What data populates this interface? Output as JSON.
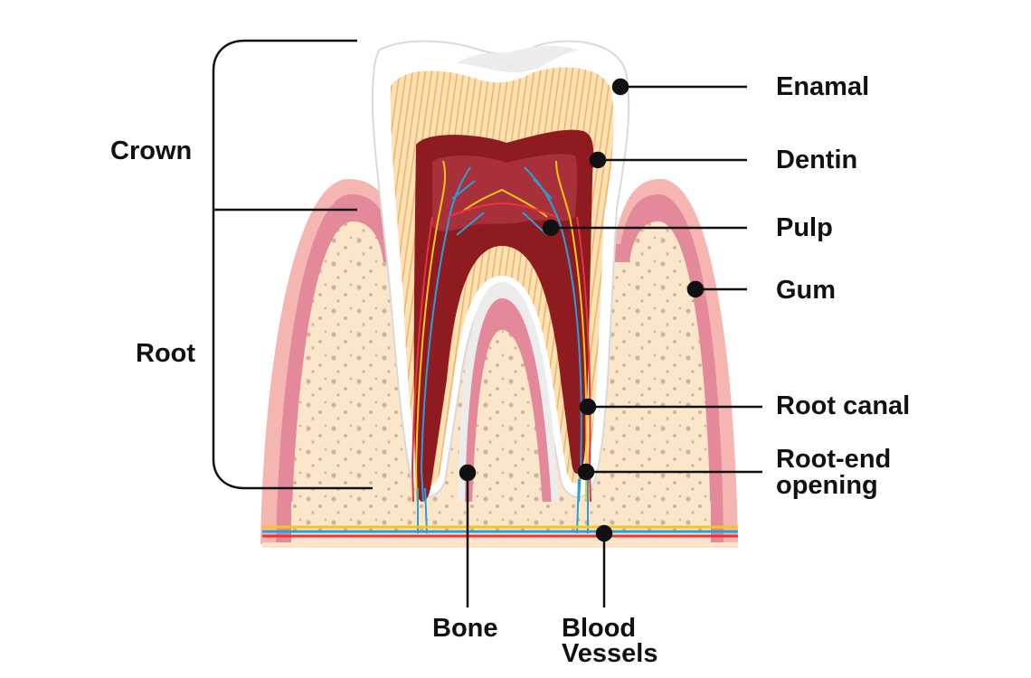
{
  "title": "Tooth anatomy",
  "labels": {
    "crown": "Crown",
    "root": "Root",
    "enamal": "Enamal",
    "dentin": "Dentin",
    "pulp": "Pulp",
    "gum": "Gum",
    "root_canal": "Root canal",
    "root_end_line1": "Root-end",
    "root_end_line2": "opening",
    "bone": "Bone",
    "blood_line1": "Blood",
    "blood_line2": "Vessels"
  },
  "colors": {
    "enamel": "#ffffff",
    "dentin": "#fbe1b4",
    "pulp_dark": "#8e1b1f",
    "pulp": "#a8303a",
    "gum": "#f5b5b1",
    "gum_dark": "#e3899a",
    "bone": "#fce6c9",
    "vessel_red": "#e8323c",
    "vessel_blue": "#2a9fd6",
    "nerve_yellow": "#f7c61a"
  }
}
